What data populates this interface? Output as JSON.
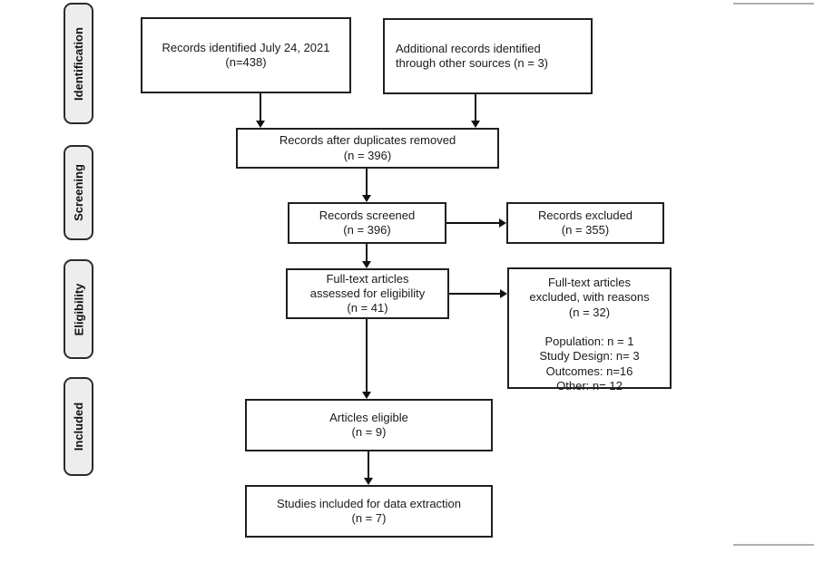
{
  "diagram": {
    "type": "prisma-flow-diagram",
    "stages": [
      {
        "label": "Identification"
      },
      {
        "label": "Screening"
      },
      {
        "label": "Eligibility"
      },
      {
        "label": "Included"
      }
    ],
    "boxes": [
      {
        "id": "records-identified",
        "text": "Records identified July 24, 2021\n(n=438)"
      },
      {
        "id": "additional-records",
        "text": "Additional records identified\nthrough other sources (n = 3)"
      },
      {
        "id": "duplicates-removed",
        "text": "Records after duplicates removed\n(n = 396)"
      },
      {
        "id": "records-screened",
        "text": "Records screened\n(n = 396)"
      },
      {
        "id": "records-excluded",
        "text": "Records excluded\n(n = 355)"
      },
      {
        "id": "fulltext-assessed",
        "text": "Full-text articles\nassessed for eligibility\n(n = 41)"
      },
      {
        "id": "fulltext-excluded",
        "text": "Full-text articles\nexcluded, with reasons\n(n = 32)\n\nPopulation: n = 1\nStudy Design: n= 3\nOutcomes: n=16\nOther: n= 12"
      },
      {
        "id": "articles-eligible",
        "text": "Articles eligible\n(n = 9)"
      },
      {
        "id": "studies-included",
        "text": "Studies included for data extraction\n(n = 7)"
      }
    ],
    "colors": {
      "box_border": "#1f1f1f",
      "stage_fill": "#ededed",
      "stage_border": "#2b2b2b",
      "arrow": "#111111",
      "page_edge_line": "#b0b0b0"
    }
  }
}
